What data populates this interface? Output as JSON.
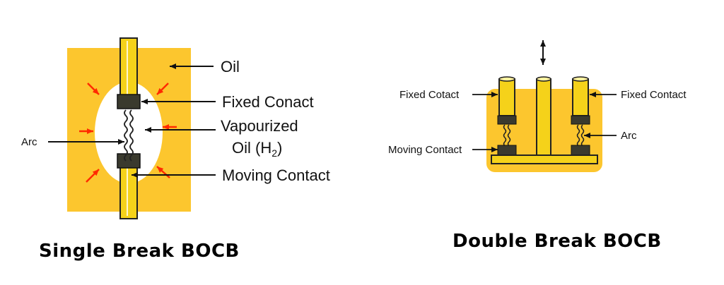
{
  "single": {
    "caption": "Single Break BOCB",
    "labels": {
      "oil": "Oil",
      "fixed_contact": "Fixed Conact",
      "vapourized_line1": "Vapourized",
      "vapourized_oil": "Oil (H",
      "vapourized_sub": "2",
      "vapourized_close": ")",
      "moving_contact": "Moving Contact",
      "arc": "Arc"
    }
  },
  "double": {
    "caption": "Double Break BOCB",
    "labels": {
      "fixed_left": "Fixed Cotact",
      "fixed_right": "Fixed Contact",
      "arc": "Arc",
      "moving_contact": "Moving Contact"
    }
  },
  "colors": {
    "oil": "#FCC62E",
    "rod": "#F5D21A",
    "contact": "#3A3A2E",
    "pressure_arrow": "#FF2A00",
    "vapour": "#FFFFFF"
  }
}
